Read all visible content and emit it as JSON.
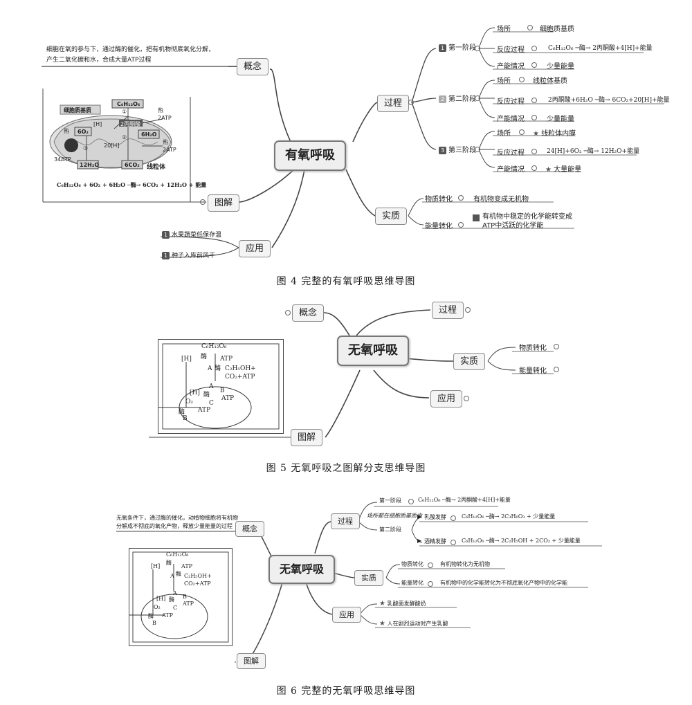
{
  "fig4": {
    "caption": "图 4   完整的有氧呼吸思维导图",
    "center": "有氧呼吸",
    "concept": {
      "label": "概念",
      "text1": "细胞在氧的参与下，通过酶的催化，把有机物彻底氧化分解，",
      "text2": "产生二氧化碳和水，合成大量ATP过程"
    },
    "diagram_branch": "图解",
    "application": {
      "label": "应用",
      "items": [
        "水果蔬菜低保存温",
        "种子入库前风干"
      ]
    },
    "process": {
      "label": "过程",
      "stages": [
        {
          "label": "第一阶段",
          "rows": [
            {
              "k": "场所",
              "v": "细胞质基质"
            },
            {
              "k": "反应过程",
              "v": "C₆H₁₂O₆ ─酶→ 2丙酮酸+4[H]+能量"
            },
            {
              "k": "产能情况",
              "v": "少量能量"
            }
          ]
        },
        {
          "label": "第二阶段",
          "rows": [
            {
              "k": "场所",
              "v": "线粒体基质"
            },
            {
              "k": "反应过程",
              "v": "2丙酮酸+6H₂O ─酶→ 6CO₂+20[H]+能量"
            },
            {
              "k": "产能情况",
              "v": "少量能量"
            }
          ]
        },
        {
          "label": "第三阶段",
          "rows": [
            {
              "k": "场所",
              "v": "线粒体内膜"
            },
            {
              "k": "反应过程",
              "v": "24[H]+6O₂ ─酶→ 12H₂O+能量"
            },
            {
              "k": "产能情况",
              "v": "大量能量"
            }
          ]
        }
      ]
    },
    "essence": {
      "label": "实质",
      "rows": [
        {
          "k": "物质转化",
          "v": "有机物变成无机物"
        },
        {
          "k": "能量转化",
          "v1": "有机物中稳定的化学能转变成",
          "v2": "ATP中活跃的化学能"
        }
      ]
    },
    "cell": {
      "cytoplasm": "细胞质基质",
      "mito": "线粒体",
      "glucose": "C₆H₁₂O₆",
      "pyruvate": "2丙酮酸",
      "o2": "6O₂",
      "h2o_in": "6H₂O",
      "h2o_out": "12H₂O",
      "co2": "6CO₂",
      "atp2a": "2ATP",
      "atp2b": "2ATP",
      "atp34": "34ATP",
      "heat1": "热",
      "heat2": "热",
      "heat3": "热",
      "h4": "[H]",
      "h20": "20[H]",
      "circ1": "①",
      "circ2": "②",
      "circ3": "③",
      "equation": "C₆H₁₂O₆ + 6O₂ + 6H₂O ─酶→ 6CO₂ + 12H₂O + 能量"
    }
  },
  "fig5": {
    "caption": "图 5   无氧呼吸之图解分支思维导图",
    "center": "无氧呼吸",
    "concept": "概念",
    "process": "过程",
    "essence": "实质",
    "essence_items": [
      "物质转化",
      "能量转化"
    ],
    "application": "应用",
    "diagram_branch": "图解"
  },
  "cell_diag": {
    "glucose": "C₆H₁₂O₆",
    "enz1": "酶",
    "enz2": "酶",
    "enz3": "酶",
    "enz4": "酶",
    "h": "[H]",
    "atp1": "ATP",
    "a1": "A",
    "ethanol": "C₂H₅OH+",
    "co2atp": "CO₂+ATP",
    "a2": "A",
    "h2": "[H]",
    "b1": "B",
    "atp2": "ATP",
    "o2": "O₂",
    "c": "C",
    "atp3": "ATP",
    "b2": "B"
  },
  "fig6": {
    "caption": "图 6   完整的无氧呼吸思维导图",
    "center": "无氧呼吸",
    "concept": {
      "label": "概念",
      "text1": "无氧条件下，通过酶的催化，动植物细胞将有机物",
      "text2": "分解成不彻底的氧化产物，释放少量能量的过程"
    },
    "process": {
      "label": "过程",
      "stage1_label": "第一阶段",
      "stage1_eq": "C₆H₁₂O₆ ─酶→ 2丙酮酸+4[H]+能量",
      "note": "场所都在细胞质基质中",
      "stage2_label": "第二阶段",
      "lactic_label": "乳酸发酵",
      "lactic_eq": "C₆H₁₂O₆ ─酶→ 2C₃H₆O₃ + 少量能量",
      "alcohol_label": "酒精发酵",
      "alcohol_eq": "C₆H₁₂O₆ ─酶→ 2C₂H₅OH + 2CO₂ + 少量能量"
    },
    "essence": {
      "label": "实质",
      "rows": [
        {
          "k": "物质转化",
          "v": "有机物转化为无机物"
        },
        {
          "k": "能量转化",
          "v": "有机物中的化学能转化为不彻底氧化产物中的化学能"
        }
      ]
    },
    "application": {
      "label": "应用",
      "items": [
        "乳酸菌发酵酸奶",
        "人在剧烈运动时产生乳酸"
      ]
    },
    "diagram_branch": "图解"
  },
  "colors": {
    "line": "#444444",
    "node_bg": "#f4f4f4",
    "center_bg": "#efefef"
  }
}
